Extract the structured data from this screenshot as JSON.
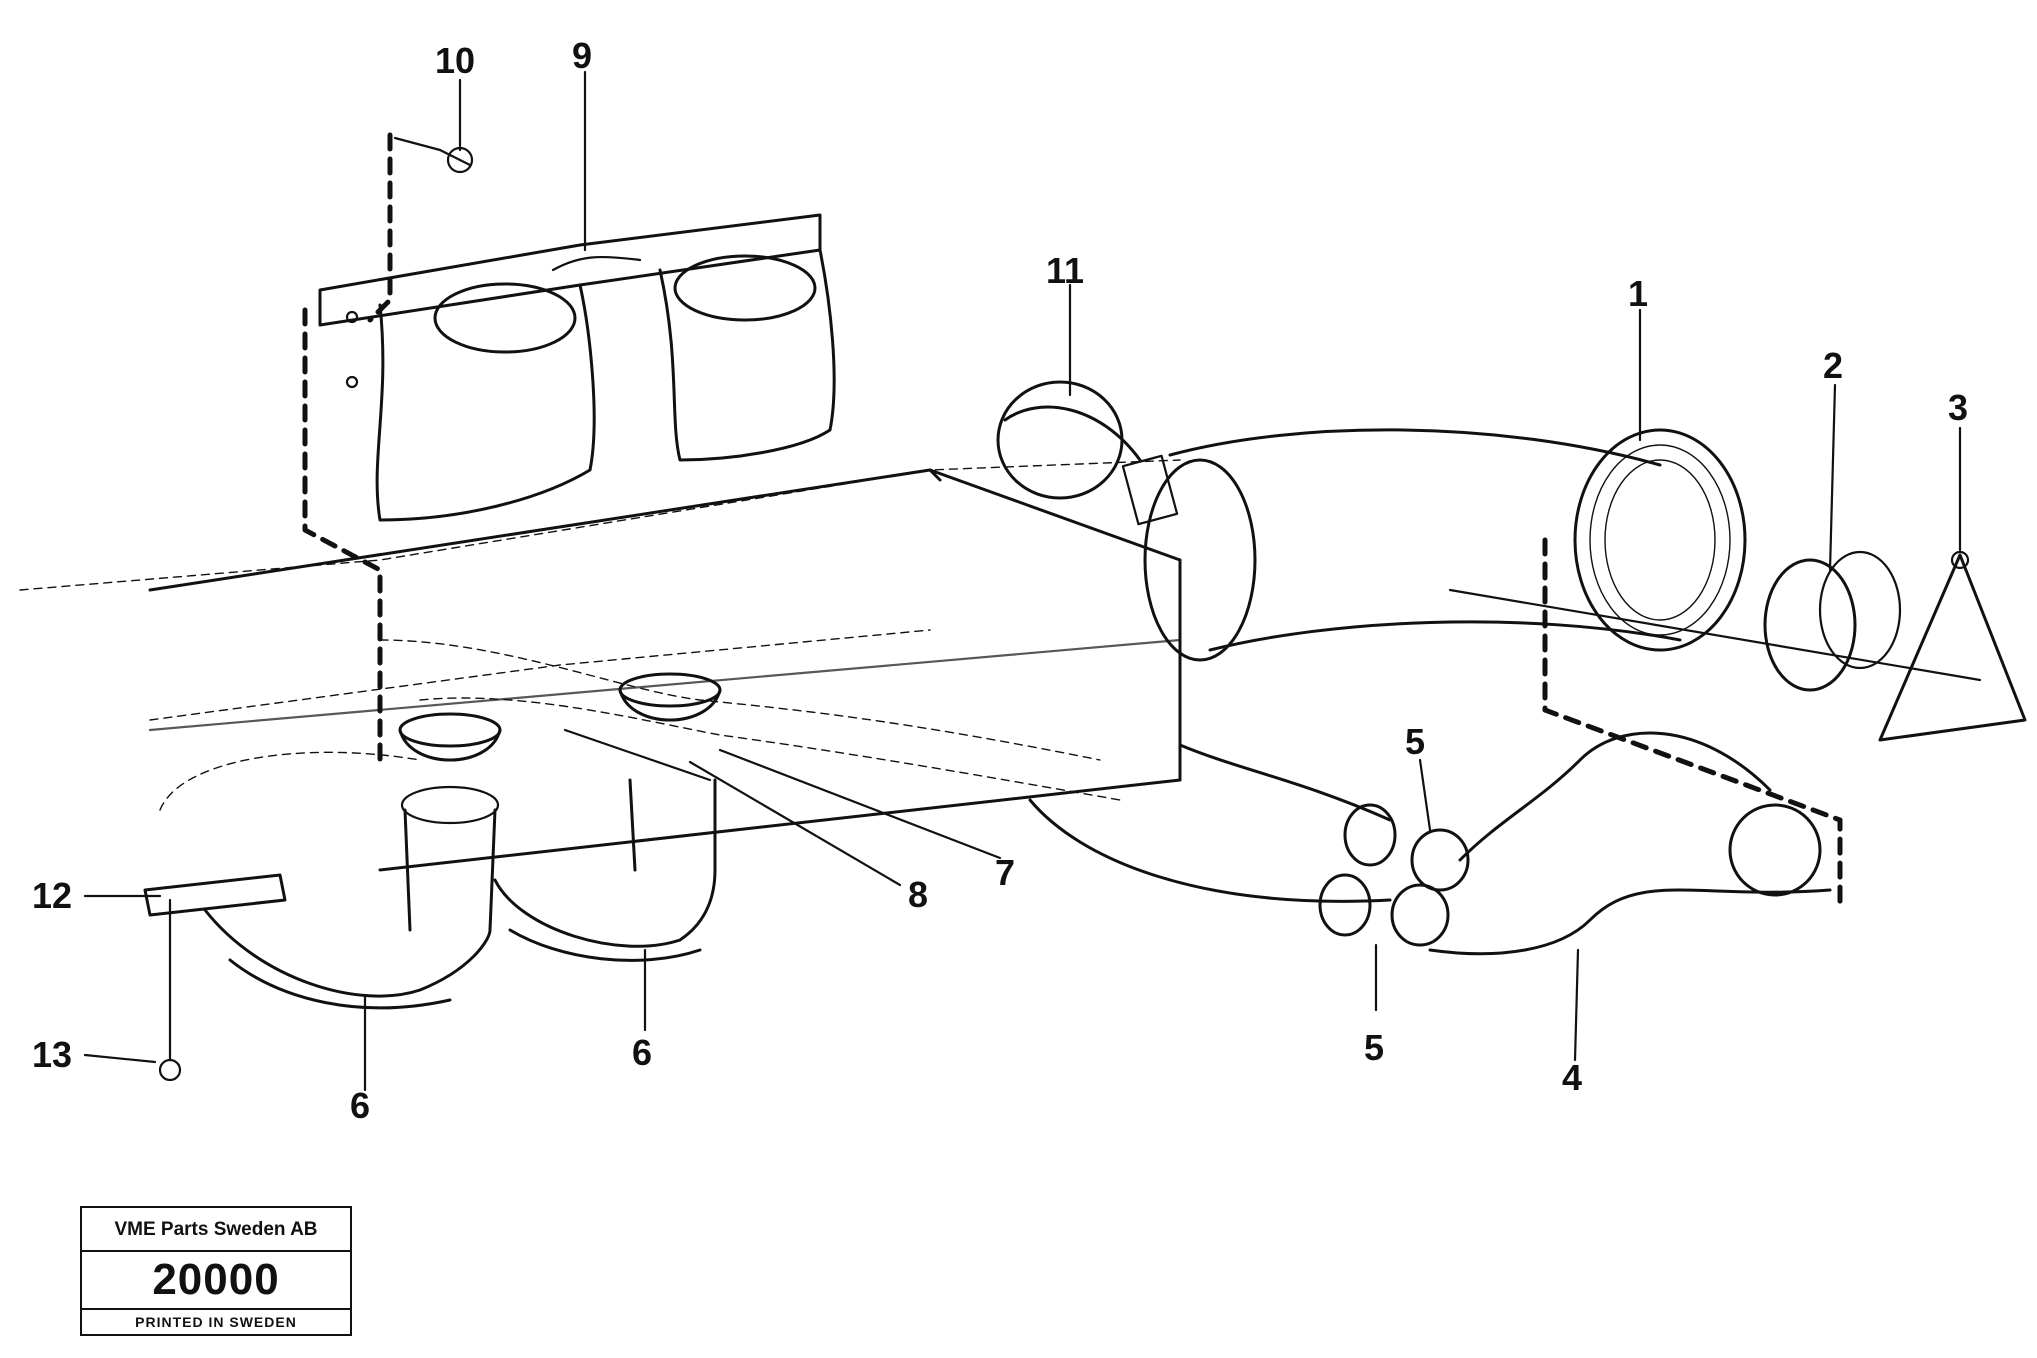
{
  "callouts": {
    "c1": "1",
    "c2": "2",
    "c3": "3",
    "c4": "4",
    "c5a": "5",
    "c5b": "5",
    "c6a": "6",
    "c6b": "6",
    "c7": "7",
    "c8": "8",
    "c9": "9",
    "c10": "10",
    "c11": "11",
    "c12": "12",
    "c13": "13"
  },
  "stamp": {
    "company": "VME Parts Sweden AB",
    "number": "20000",
    "printed": "PRINTED IN SWEDEN"
  }
}
